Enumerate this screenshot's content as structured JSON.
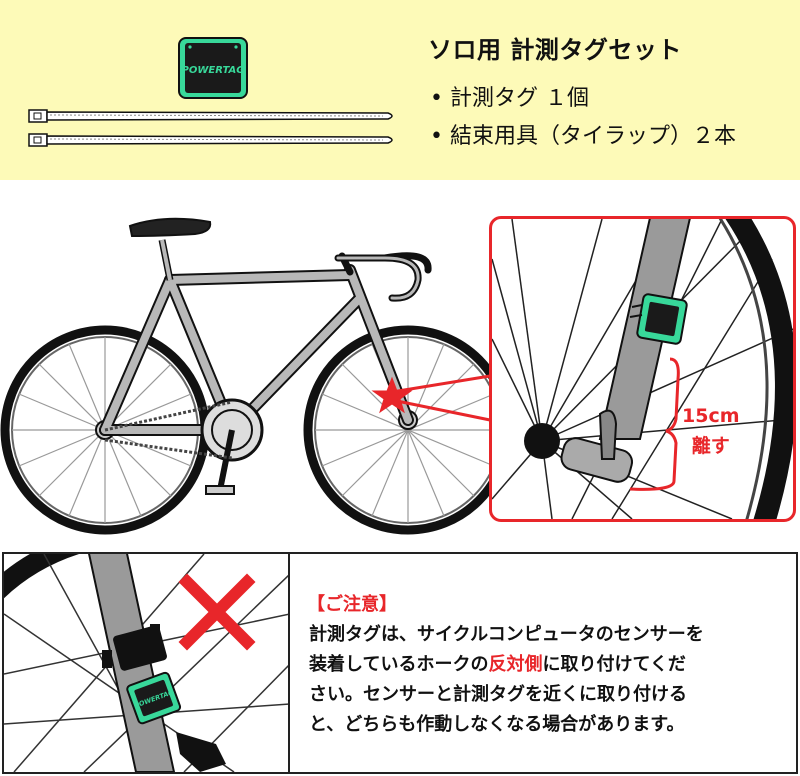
{
  "kit": {
    "title": "ソロ用 計測タグセット",
    "items": [
      {
        "bullet": "•",
        "text": "計測タグ １個"
      },
      {
        "bullet": "•",
        "text": "結束用具（タイラップ）２本"
      }
    ],
    "tag_logo": "POWERTAG"
  },
  "illustration": {
    "distance_line1": "15cm",
    "distance_line2": "離す",
    "tag_logo": "POWERTAG"
  },
  "notice": {
    "title": "【ご注意】",
    "line1": "計測タグは、サイクルコンピュータのセンサーを",
    "line2_a": "装着しているホークの",
    "line2_b": "反対側",
    "line2_c": "に取り付けてくだ",
    "line3": "さい。センサーと計測タグを近くに取り付ける",
    "line4": "と、どちらも作動しなくなる場合があります。"
  },
  "colors": {
    "top_panel_bg": "#fdfab8",
    "accent_red": "#e8262a",
    "tag_green": "#38d89a",
    "frame_gray": "#b8b8b8"
  }
}
